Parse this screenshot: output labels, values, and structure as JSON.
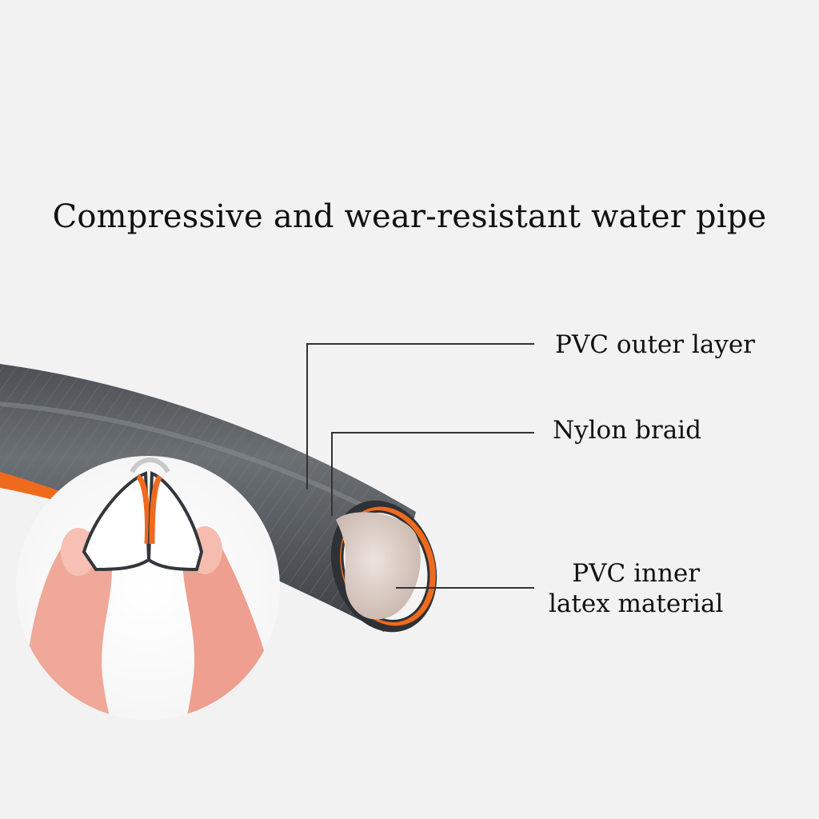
{
  "title": "Compressive and wear-resistant water pipe",
  "callouts": {
    "outer": "PVC outer layer",
    "braid": "Nylon braid",
    "inner_line1": "PVC inner",
    "inner_line2": "latex material"
  },
  "colors": {
    "background": "#f2f2f2",
    "hose_gray": "#5a5e63",
    "hose_orange": "#f06a1e",
    "inner_lining": "#e8dcd6",
    "skin": "#f0a898"
  }
}
